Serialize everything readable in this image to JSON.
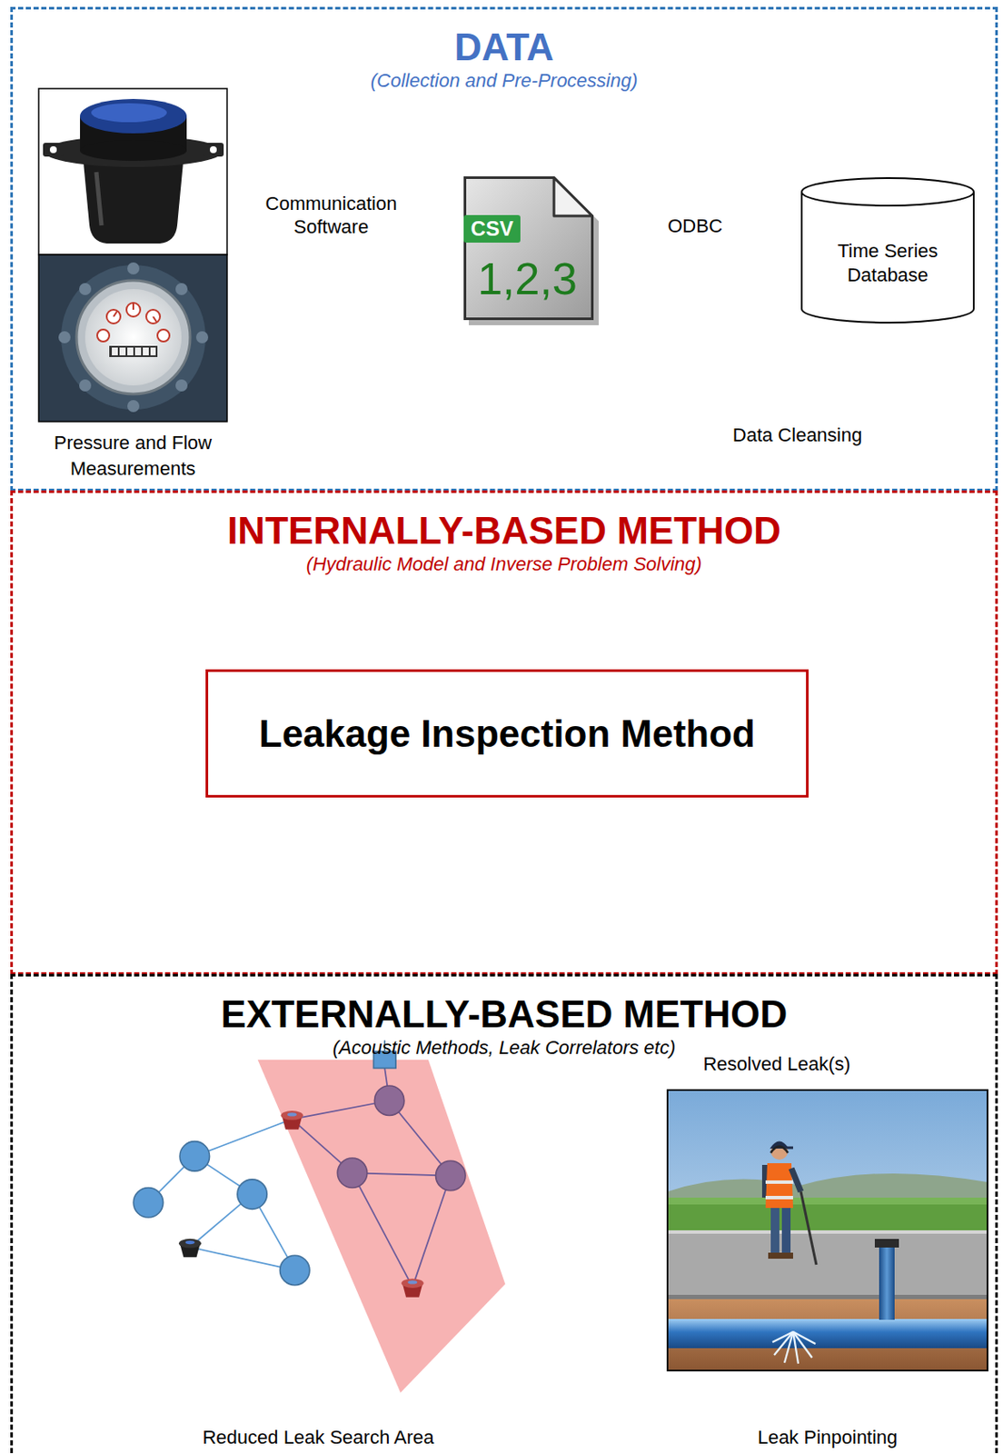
{
  "diagram": {
    "nodes": [
      {
        "text": [
          "DATA",
          "(Collection and Pre-Processing)"
        ]
      },
      {
        "text": [
          "Pressure and Flow Measurements"
        ],
        "in": 0
      },
      {
        "text": [
          "CSV",
          "1,2,3"
        ],
        "in": 0
      },
      {
        "text": [
          "Time Series Database"
        ],
        "in": 0
      },
      {
        "text": [
          "INTERNALLY-BASED METHOD",
          "(Hydraulic Model and Inverse Problem Solving)"
        ]
      },
      {
        "text": [
          "Leakage Inspection Method"
        ],
        "in": 4
      },
      {
        "text": [
          "EXTERNALLY-BASED METHOD",
          "(Acoustic Methods, Leak Correlators etc)"
        ]
      },
      {
        "text": [
          "Reduced Leak Search Area"
        ],
        "in": 6
      },
      {
        "text": [
          "Leak Pinpointing"
        ],
        "in": 6
      }
    ],
    "edges": [
      {
        "from": 1,
        "to": 2,
        "arrow": "to",
        "label": "Communication Software"
      },
      {
        "from": 2,
        "to": 3,
        "arrow": "to",
        "label": "ODBC"
      },
      {
        "from": 3,
        "to": 5,
        "arrow": "to",
        "label": "Data Cleansing"
      },
      {
        "from": 5,
        "to": 7,
        "arrow": "to"
      },
      {
        "from": 7,
        "to": 8,
        "arrow": "to"
      },
      {
        "from": 8,
        "to": 5,
        "arrow": "to",
        "label": "Resolved Leak(s)"
      }
    ]
  }
}
